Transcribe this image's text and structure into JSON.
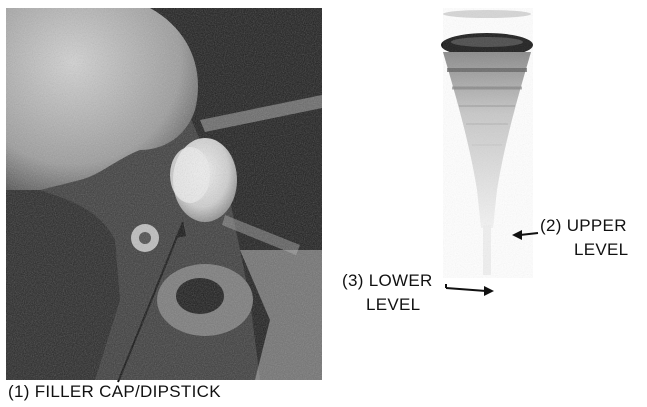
{
  "labels": {
    "filler_cap": "(1) FILLER CAP/DIPSTICK",
    "upper_level_line1": "(2) UPPER",
    "upper_level_line2": "LEVEL",
    "lower_level_line1": "(3) LOWER",
    "lower_level_line2": "LEVEL"
  },
  "colors": {
    "ink": "#111111",
    "paper": "#ffffff"
  }
}
